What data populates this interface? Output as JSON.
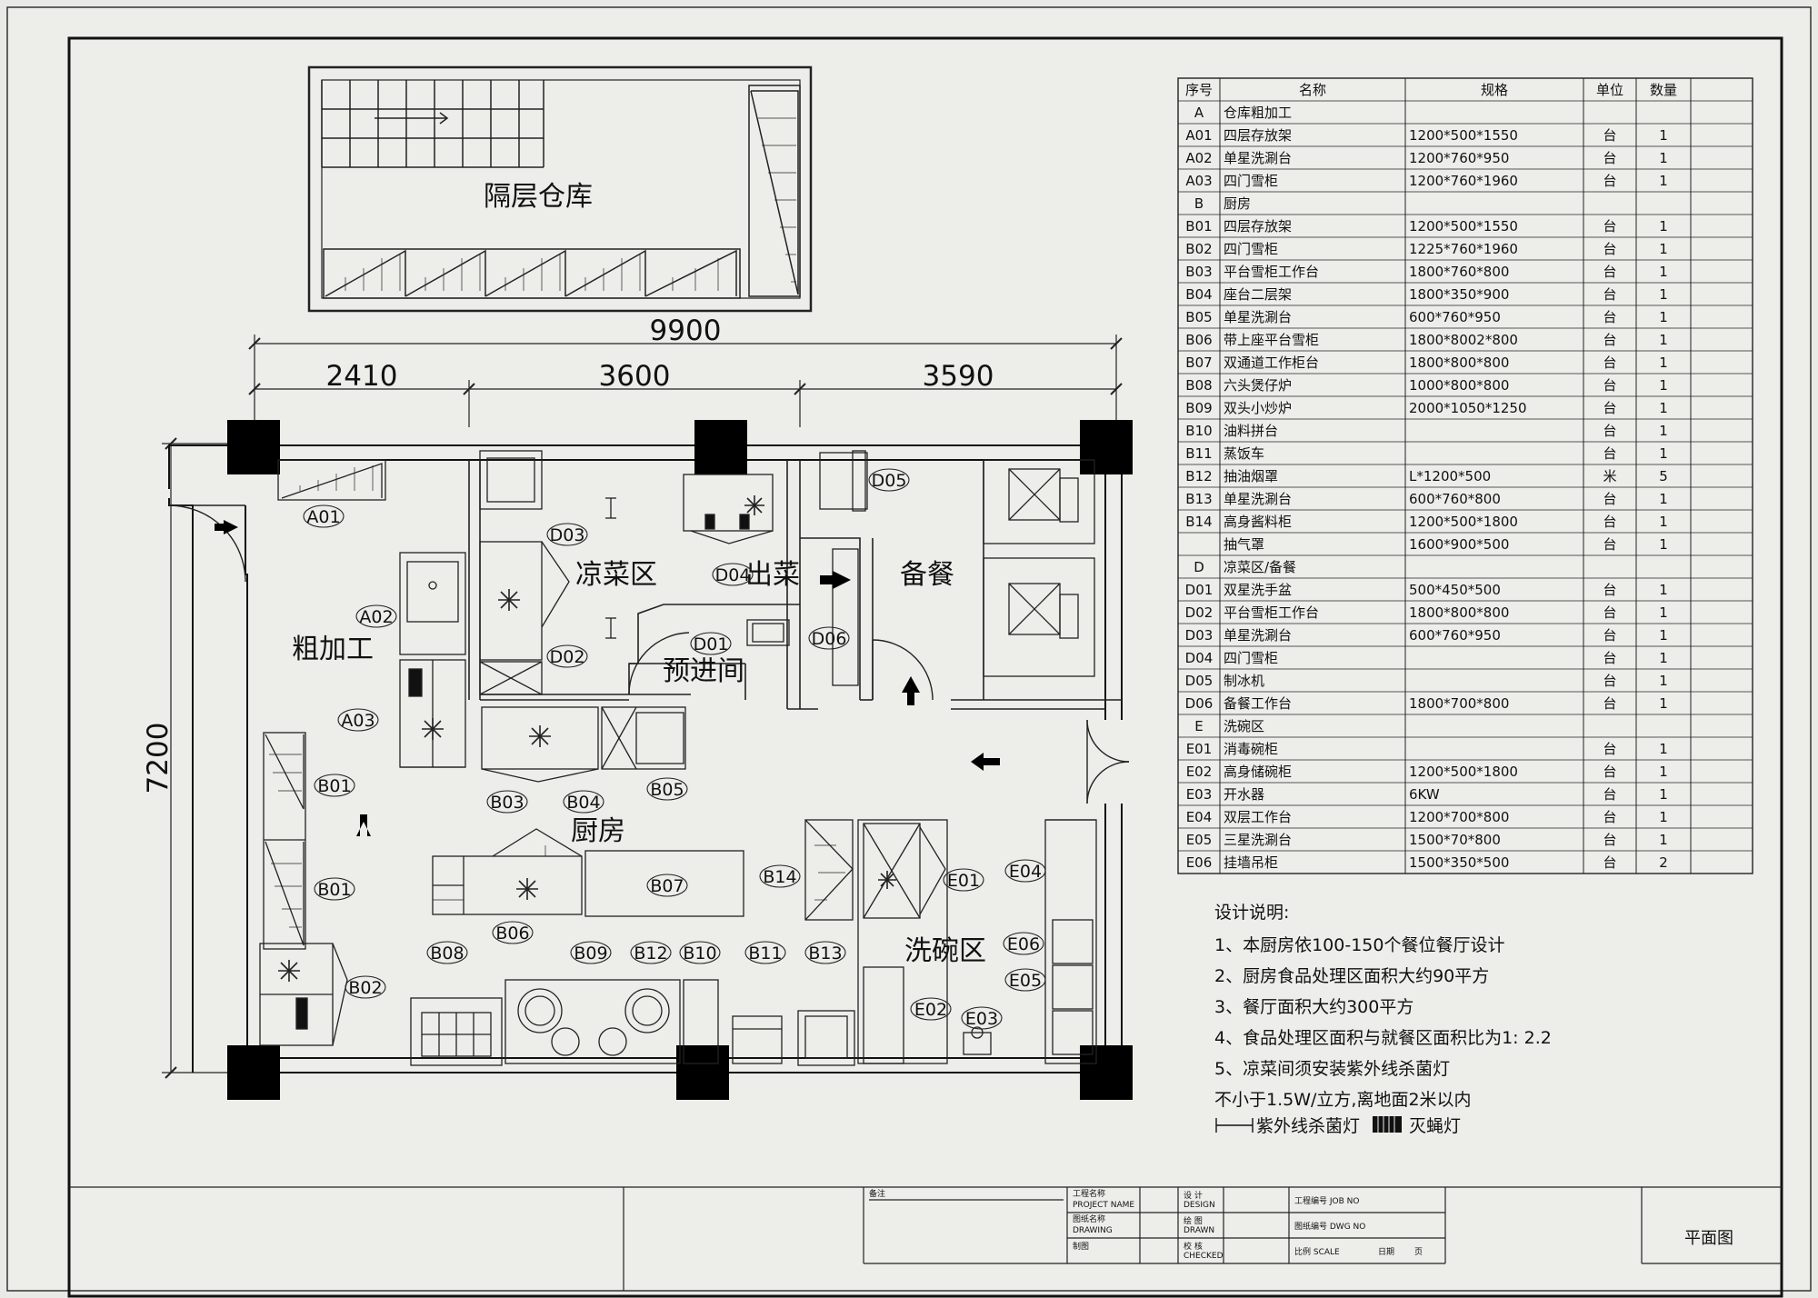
{
  "rooms": {
    "mezzanine": "隔层仓库",
    "rough_processing": "粗加工",
    "cold_dish": "凉菜区",
    "serving_out": "出菜",
    "prep_serving": "备餐",
    "pre_entry": "预进间",
    "kitchen": "厨房",
    "dishwashing": "洗碗区"
  },
  "dimensions": {
    "total_width": "9900",
    "seg1": "2410",
    "seg2": "3600",
    "seg3": "3590",
    "height": "7200"
  },
  "equipment_tags": {
    "A01": "A01",
    "A02": "A02",
    "A03": "A03",
    "B01a": "B01",
    "B01b": "B01",
    "B02": "B02",
    "B03": "B03",
    "B04": "B04",
    "B05": "B05",
    "B06": "B06",
    "B07": "B07",
    "B08": "B08",
    "B09": "B09",
    "B10": "B10",
    "B11": "B11",
    "B12": "B12",
    "B13": "B13",
    "B14": "B14",
    "D01": "D01",
    "D02": "D02",
    "D03": "D03",
    "D04": "D04",
    "D05": "D05",
    "D06": "D06",
    "E01": "E01",
    "E02": "E02",
    "E03": "E03",
    "E04": "E04",
    "E05": "E05",
    "E06": "E06"
  },
  "equipment_table": {
    "headers": [
      "序号",
      "名称",
      "规格",
      "单位",
      "数量"
    ],
    "rows": [
      [
        "A",
        "仓库粗加工",
        "",
        "",
        ""
      ],
      [
        "A01",
        "四层存放架",
        "1200*500*1550",
        "台",
        "1"
      ],
      [
        "A02",
        "单星洗涮台",
        "1200*760*950",
        "台",
        "1"
      ],
      [
        "A03",
        "四门雪柜",
        "1200*760*1960",
        "台",
        "1"
      ],
      [
        "B",
        "厨房",
        "",
        "",
        ""
      ],
      [
        "B01",
        "四层存放架",
        "1200*500*1550",
        "台",
        "1"
      ],
      [
        "B02",
        "四门雪柜",
        "1225*760*1960",
        "台",
        "1"
      ],
      [
        "B03",
        "平台雪柜工作台",
        "1800*760*800",
        "台",
        "1"
      ],
      [
        "B04",
        "座台二层架",
        "1800*350*900",
        "台",
        "1"
      ],
      [
        "B05",
        "单星洗涮台",
        "600*760*950",
        "台",
        "1"
      ],
      [
        "B06",
        "带上座平台雪柜",
        "1800*8002*800",
        "台",
        "1"
      ],
      [
        "B07",
        "双通道工作柜台",
        "1800*800*800",
        "台",
        "1"
      ],
      [
        "B08",
        "六头煲仔炉",
        "1000*800*800",
        "台",
        "1"
      ],
      [
        "B09",
        "双头小炒炉",
        "2000*1050*1250",
        "台",
        "1"
      ],
      [
        "B10",
        "油料拼台",
        "",
        "台",
        "1"
      ],
      [
        "B11",
        "蒸饭车",
        "",
        "台",
        "1"
      ],
      [
        "B12",
        "抽油烟罩",
        "L*1200*500",
        "米",
        "5"
      ],
      [
        "B13",
        "单星洗涮台",
        "600*760*800",
        "台",
        "1"
      ],
      [
        "B14",
        "高身酱料柜",
        "1200*500*1800",
        "台",
        "1"
      ],
      [
        "",
        "抽气罩",
        "1600*900*500",
        "台",
        "1"
      ],
      [
        "D",
        "凉菜区/备餐",
        "",
        "",
        ""
      ],
      [
        "D01",
        "双星洗手盆",
        "500*450*500",
        "台",
        "1"
      ],
      [
        "D02",
        "平台雪柜工作台",
        "1800*800*800",
        "台",
        "1"
      ],
      [
        "D03",
        "单星洗涮台",
        "600*760*950",
        "台",
        "1"
      ],
      [
        "D04",
        "四门雪柜",
        "",
        "台",
        "1"
      ],
      [
        "D05",
        "制冰机",
        "",
        "台",
        "1"
      ],
      [
        "D06",
        "备餐工作台",
        "1800*700*800",
        "台",
        "1"
      ],
      [
        "E",
        "洗碗区",
        "",
        "",
        ""
      ],
      [
        "E01",
        "消毒碗柜",
        "",
        "台",
        "1"
      ],
      [
        "E02",
        "高身储碗柜",
        "1200*500*1800",
        "台",
        "1"
      ],
      [
        "E03",
        "开水器",
        "6KW",
        "台",
        "1"
      ],
      [
        "E04",
        "双层工作台",
        "1200*700*800",
        "台",
        "1"
      ],
      [
        "E05",
        "三星洗涮台",
        "1500*70*800",
        "台",
        "1"
      ],
      [
        "E06",
        "挂墙吊柜",
        "1500*350*500",
        "台",
        "2"
      ]
    ]
  },
  "notes": {
    "title": "设计说明:",
    "items": [
      "1、本厨房依100-150个餐位餐厅设计",
      "2、厨房食品处理区面积大约90平方",
      "3、餐厅面积大约300平方",
      "4、食品处理区面积与就餐区面积比为1: 2.2",
      "5、凉菜间须安装紫外线杀菌灯",
      "不小于1.5W/立方,离地面2米以内"
    ],
    "legend_uv": "紫外线杀菌灯",
    "legend_fly": "灭蝇灯"
  },
  "title_block": {
    "remarks": "备注",
    "project_name": "工程名称",
    "project_name_en": "PROJECT NAME",
    "drawing_name": "图纸名称",
    "drawing_name_en": "DRAWING",
    "drafter": "制图",
    "design": "设 计",
    "design_en": "DESIGN",
    "draw": "绘 图",
    "draw_en": "DRAWN",
    "check": "校 核",
    "check_en": "CHECKED",
    "job_no": "工程编号 JOB NO",
    "dwg_no": "图纸编号 DWG NO",
    "scale": "比例 SCALE",
    "date": "日期",
    "page": "页",
    "sheet_name": "平面图"
  }
}
